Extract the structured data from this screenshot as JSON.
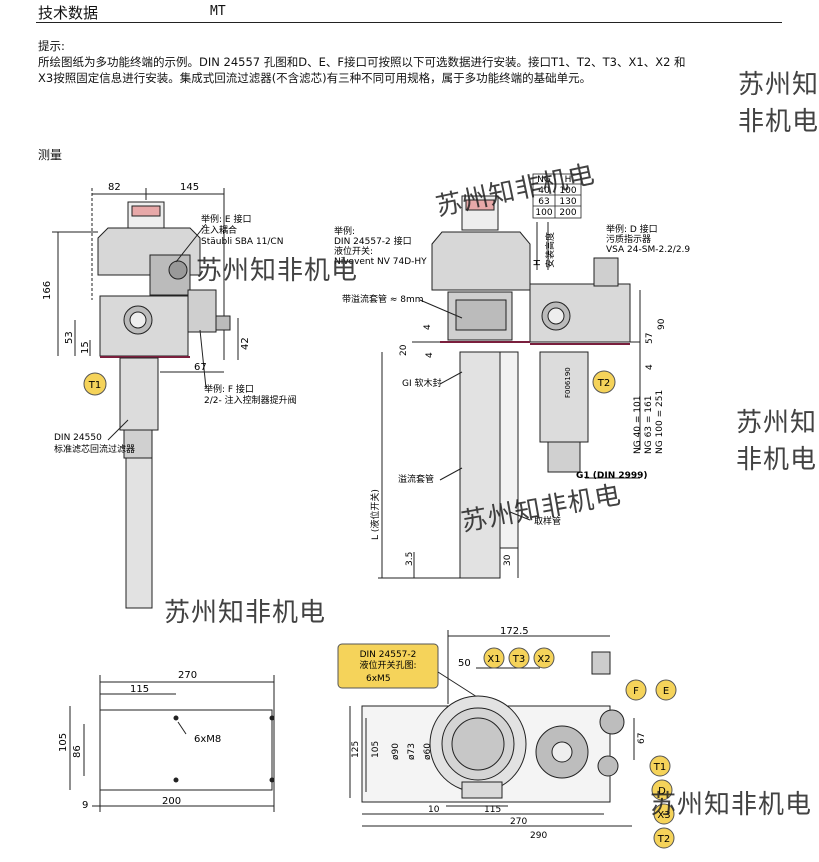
{
  "header": {
    "title": "技术数据",
    "code": "MT"
  },
  "note": {
    "title": "提示:",
    "line1": "所绘图纸为多功能终端的示例。DIN 24557 孔图和D、E、F接口可按照以下可选数据进行安装。接口T1、T2、T3、X1、X2 和",
    "line2": "X3按照固定信息进行安装。集成式回流过滤器(不含滤芯)有三种不同可用规格，属于多功能终端的基础单元。"
  },
  "section": {
    "measure": "测量"
  },
  "watermarks": [
    "苏州知非机电",
    "苏州知非机电",
    "苏州知非机电",
    "苏州知非机电",
    "苏州知非机电",
    "苏州知非机电",
    "苏州知非机电"
  ],
  "front_view": {
    "dims": {
      "d82": "82",
      "d145": "145",
      "d166": "166",
      "d53": "53",
      "d15": "15",
      "d42": "42",
      "d67": "67"
    },
    "labels": {
      "e_title": "举例: E 接口",
      "e_line2": "注入耦合",
      "e_line3": "Stäubli SBA 11/CN",
      "f_title": "举例: F 接口",
      "f_line2": "2/2- 注入控制器提升阀",
      "din_title": "DIN 24550",
      "din_line2": "标准滤芯回流过滤器"
    },
    "badges": {
      "t1": "T1"
    }
  },
  "side_view": {
    "table": {
      "headers": [
        "NG",
        "H"
      ],
      "rows": [
        [
          "40",
          "100"
        ],
        [
          "63",
          "130"
        ],
        [
          "100",
          "200"
        ]
      ]
    },
    "labels": {
      "h_label": "H",
      "install_height": "安装高度",
      "din_title": "举例:",
      "din_line2": "DIN 24557-2 接口",
      "din_line3": "液位开关:",
      "din_line4": "Nivovent NV 74D-HY",
      "d_title": "举例: D 接口",
      "d_line2": "污质指示器",
      "d_line3": "VSA 24-SM-2.2/2.9",
      "overflow": "带溢流套管 ≈ 8mm",
      "gi": "GI 软木封",
      "sleeve": "溢流套管",
      "sample": "取样管",
      "l_label": "L (液位开关)",
      "g1": "G1 (DIN 2999)",
      "part_no": "F006190",
      "ng40": "NG 40 = 101",
      "ng63": "NG 63 = 161",
      "ng100": "NG 100 = 251"
    },
    "dims": {
      "d4a": "4",
      "d20": "20",
      "d4b": "4",
      "d90": "90",
      "d57": "57",
      "d4c": "4",
      "d35": "3.5",
      "d30": "30"
    },
    "badges": {
      "t2": "T2"
    }
  },
  "bottom_left": {
    "dims": {
      "d270": "270",
      "d115": "115",
      "d105": "105",
      "d86": "86",
      "d9": "9",
      "d200": "200"
    },
    "labels": {
      "holes": "6xM8"
    }
  },
  "bottom_right": {
    "callout": {
      "line1": "DIN 24557-2",
      "line2": "液位开关孔图:",
      "line3": "6xM5"
    },
    "dims": {
      "d1725": "172.5",
      "d50": "50",
      "d125": "125",
      "d105": "105",
      "d90": "ø90",
      "d73": "ø73",
      "d60": "ø60",
      "d67": "67",
      "d10": "10",
      "d115": "115",
      "d270": "270",
      "d290": "290"
    },
    "badges": {
      "x1": "X1",
      "t3": "T3",
      "x2": "X2",
      "f": "F",
      "e": "E",
      "t1": "T1",
      "d": "D",
      "x3": "X3",
      "t2": "T2"
    }
  },
  "colors": {
    "badge_fill": "#f5d35a",
    "accent_line": "#7a1f3d",
    "body_gray": "#cfcfcf",
    "dark_gray": "#555555"
  }
}
